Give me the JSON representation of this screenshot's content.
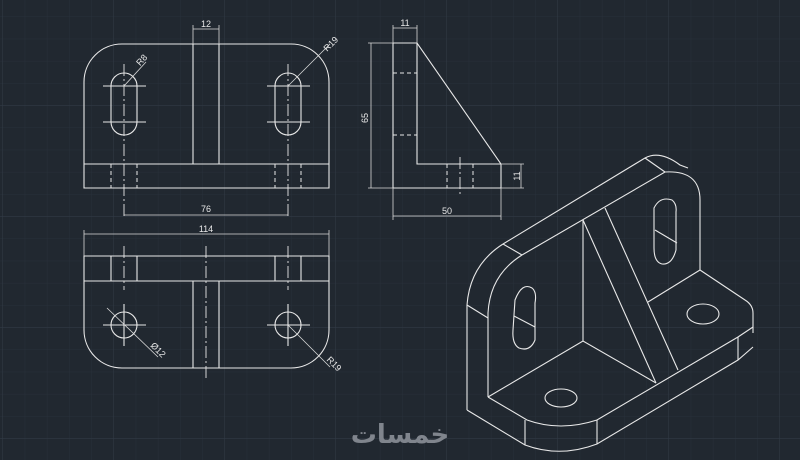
{
  "drawing": {
    "front_view": {
      "dim_rib_width": "12",
      "dim_slot_radius": "R8",
      "dim_corner_radius": "R19",
      "dim_slot_spacing": "76"
    },
    "top_view": {
      "dim_overall_width": "114",
      "dim_hole_diameter": "Ø12",
      "dim_corner_radius": "R19"
    },
    "side_view": {
      "dim_plate_thickness": "11",
      "dim_height": "65",
      "dim_base_thickness": "11",
      "dim_depth": "50"
    }
  },
  "watermark": "خمسات",
  "colors": {
    "background": "#212830",
    "lines": "#e8e8e8",
    "grid": "#2c343e"
  }
}
